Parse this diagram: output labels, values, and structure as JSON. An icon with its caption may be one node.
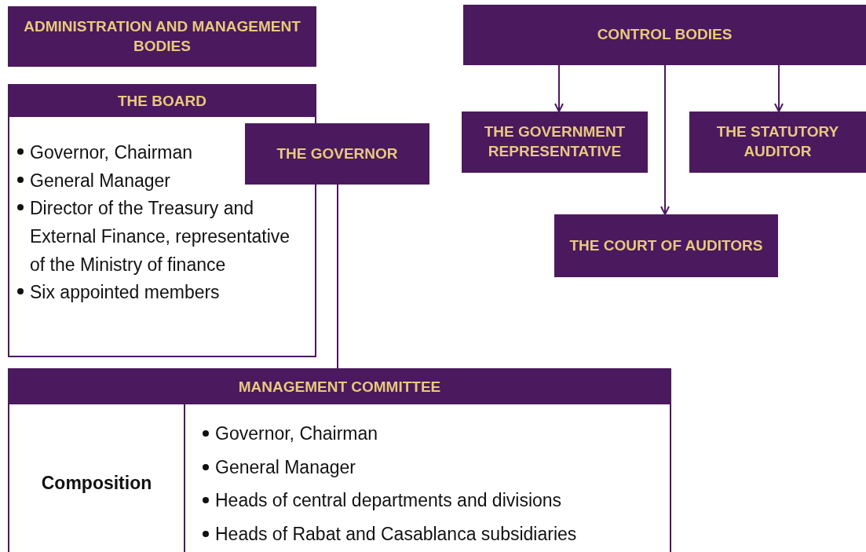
{
  "diagram": {
    "nodes": [
      {
        "text": [
          "ADMINISTRATION AND MANAGEMENT BODIES"
        ]
      },
      {
        "text": [
          "THE BOARD",
          "Governor, Chairman",
          "General Manager",
          "Director of the Treasury and External Finance, representative of the Ministry of finance",
          "Six appointed members"
        ]
      },
      {
        "text": [
          "THE GOVERNOR"
        ]
      },
      {
        "text": [
          "MANAGEMENT COMMITTEE",
          "Composition",
          "Governor, Chairman",
          "General Manager",
          "Heads of central departments and divisions",
          "Heads of Rabat and Casablanca subsidiaries"
        ]
      },
      {
        "text": [
          "CONTROL BODIES"
        ]
      },
      {
        "text": [
          "THE GOVERNMENT REPRESENTATIVE"
        ]
      },
      {
        "text": [
          "THE STATUTORY AUDITOR"
        ]
      },
      {
        "text": [
          "THE COURT OF AUDITORS"
        ]
      }
    ],
    "edges": [
      {
        "from": 4,
        "to": 5,
        "arrow": "to"
      },
      {
        "from": 4,
        "to": 6,
        "arrow": "to"
      },
      {
        "from": 4,
        "to": 7,
        "arrow": "to"
      },
      {
        "from": 2,
        "to": 3,
        "arrow": "none"
      }
    ]
  }
}
